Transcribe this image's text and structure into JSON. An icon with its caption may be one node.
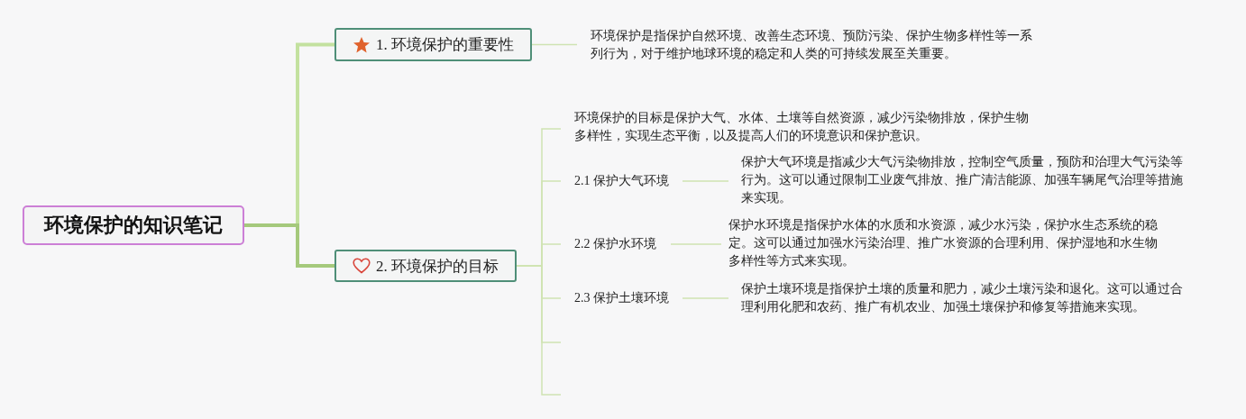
{
  "diagram": {
    "nodes": [
      {
        "text": [
          "环境保护的知识笔记"
        ]
      },
      {
        "text": [
          "1. 环境保护的重要性"
        ]
      },
      {
        "text": [
          "环境保护是指保护自然环境、改善生态环境、预防污染、保护生物多样性等一系列行为，对于维护地球环境的稳定和人类的可持续发展至关重要。"
        ]
      },
      {
        "text": [
          "2. 环境保护的目标"
        ]
      },
      {
        "text": [
          "环境保护的目标是保护大气、水体、土壤等自然资源，减少污染物排放，保护生物多样性，实现生态平衡，以及提高人们的环境意识和保护意识。"
        ]
      },
      {
        "text": [
          "2.1 保护大气环境"
        ]
      },
      {
        "text": [
          "保护大气环境是指减少大气污染物排放，控制空气质量，预防和治理大气污染等行为。这可以通过限制工业废气排放、推广清洁能源、加强车辆尾气治理等措施来实现。"
        ]
      },
      {
        "text": [
          "2.2 保护水环境"
        ]
      },
      {
        "text": [
          "保护水环境是指保护水体的水质和水资源，减少水污染，保护水生态系统的稳定。这可以通过加强水污染治理、推广水资源的合理利用、保护湿地和水生物多样性等方式来实现。"
        ]
      },
      {
        "text": [
          "2.3 保护土壤环境"
        ]
      },
      {
        "text": [
          "保护土壤环境是指保护土壤的质量和肥力，减少土壤污染和退化。这可以通过合理利用化肥和农药、推广有机农业、加强土壤保护和修复等措施来实现。"
        ]
      }
    ],
    "edges": [
      {
        "from": 0,
        "to": 1,
        "arrow": "none",
        "style": "thick",
        "color": "#c3e19f"
      },
      {
        "from": 0,
        "to": 3,
        "arrow": "none",
        "style": "thick",
        "color": "#a5c97c"
      },
      {
        "from": 1,
        "to": 2,
        "arrow": "none"
      },
      {
        "from": 3,
        "to": 4,
        "arrow": "none"
      },
      {
        "from": 3,
        "to": 5,
        "arrow": "none"
      },
      {
        "from": 5,
        "to": 6,
        "arrow": "none"
      },
      {
        "from": 3,
        "to": 7,
        "arrow": "none"
      },
      {
        "from": 7,
        "to": 8,
        "arrow": "none"
      },
      {
        "from": 3,
        "to": 9,
        "arrow": "none"
      },
      {
        "from": 9,
        "to": 10,
        "arrow": "none"
      },
      {
        "from": 3,
        "to": null,
        "arrow": "none"
      },
      {
        "from": 3,
        "to": null,
        "arrow": "none"
      }
    ]
  }
}
